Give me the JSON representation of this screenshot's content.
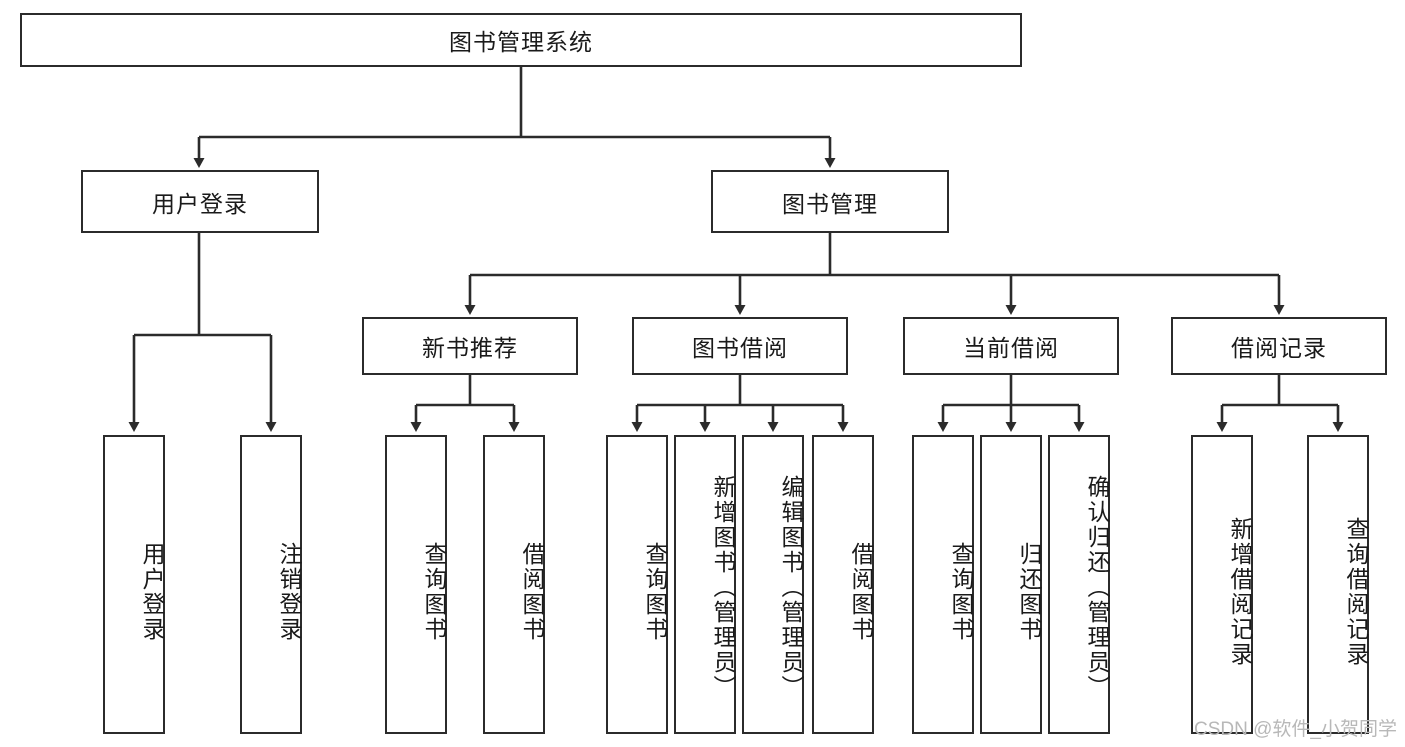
{
  "diagram": {
    "type": "tree",
    "title": "图书管理系统",
    "orientation": "top-down",
    "colors": {
      "node_border": "#2b2b2b",
      "node_fill": "#ffffff",
      "connector": "#2b2b2b",
      "text": "#1a1a1a",
      "watermark": "#b8b8b8",
      "background": "#ffffff"
    },
    "root": {
      "id": "root",
      "label": "图书管理系统"
    },
    "level2": [
      {
        "id": "user-login",
        "label": "用户登录"
      },
      {
        "id": "book-management",
        "label": "图书管理"
      }
    ],
    "level3": [
      {
        "id": "new-book-recommend",
        "label": "新书推荐",
        "parent": "book-management"
      },
      {
        "id": "book-borrow",
        "label": "图书借阅",
        "parent": "book-management"
      },
      {
        "id": "current-borrow",
        "label": "当前借阅",
        "parent": "book-management"
      },
      {
        "id": "borrow-record",
        "label": "借阅记录",
        "parent": "book-management"
      }
    ],
    "leaves": [
      {
        "id": "leaf-user-login",
        "label": "用户登录",
        "parent": "user-login"
      },
      {
        "id": "leaf-logout",
        "label": "注销登录",
        "parent": "user-login"
      },
      {
        "id": "leaf-query-book-1",
        "label": "查询图书",
        "parent": "new-book-recommend"
      },
      {
        "id": "leaf-borrow-book-1",
        "label": "借阅图书",
        "parent": "new-book-recommend"
      },
      {
        "id": "leaf-query-book-2",
        "label": "查询图书",
        "parent": "book-borrow"
      },
      {
        "id": "leaf-add-book",
        "label": "新增图书（管理员）",
        "parent": "book-borrow"
      },
      {
        "id": "leaf-edit-book",
        "label": "编辑图书（管理员）",
        "parent": "book-borrow"
      },
      {
        "id": "leaf-borrow-book-2",
        "label": "借阅图书",
        "parent": "book-borrow"
      },
      {
        "id": "leaf-query-book-3",
        "label": "查询图书",
        "parent": "current-borrow"
      },
      {
        "id": "leaf-return-book",
        "label": "归还图书",
        "parent": "current-borrow"
      },
      {
        "id": "leaf-confirm-return",
        "label": "确认归还（管理员）",
        "parent": "current-borrow"
      },
      {
        "id": "leaf-add-record",
        "label": "新增借阅记录",
        "parent": "borrow-record"
      },
      {
        "id": "leaf-query-record",
        "label": "查询借阅记录",
        "parent": "borrow-record"
      }
    ]
  },
  "watermark": {
    "text": "CSDN @软件_小贺同学"
  }
}
